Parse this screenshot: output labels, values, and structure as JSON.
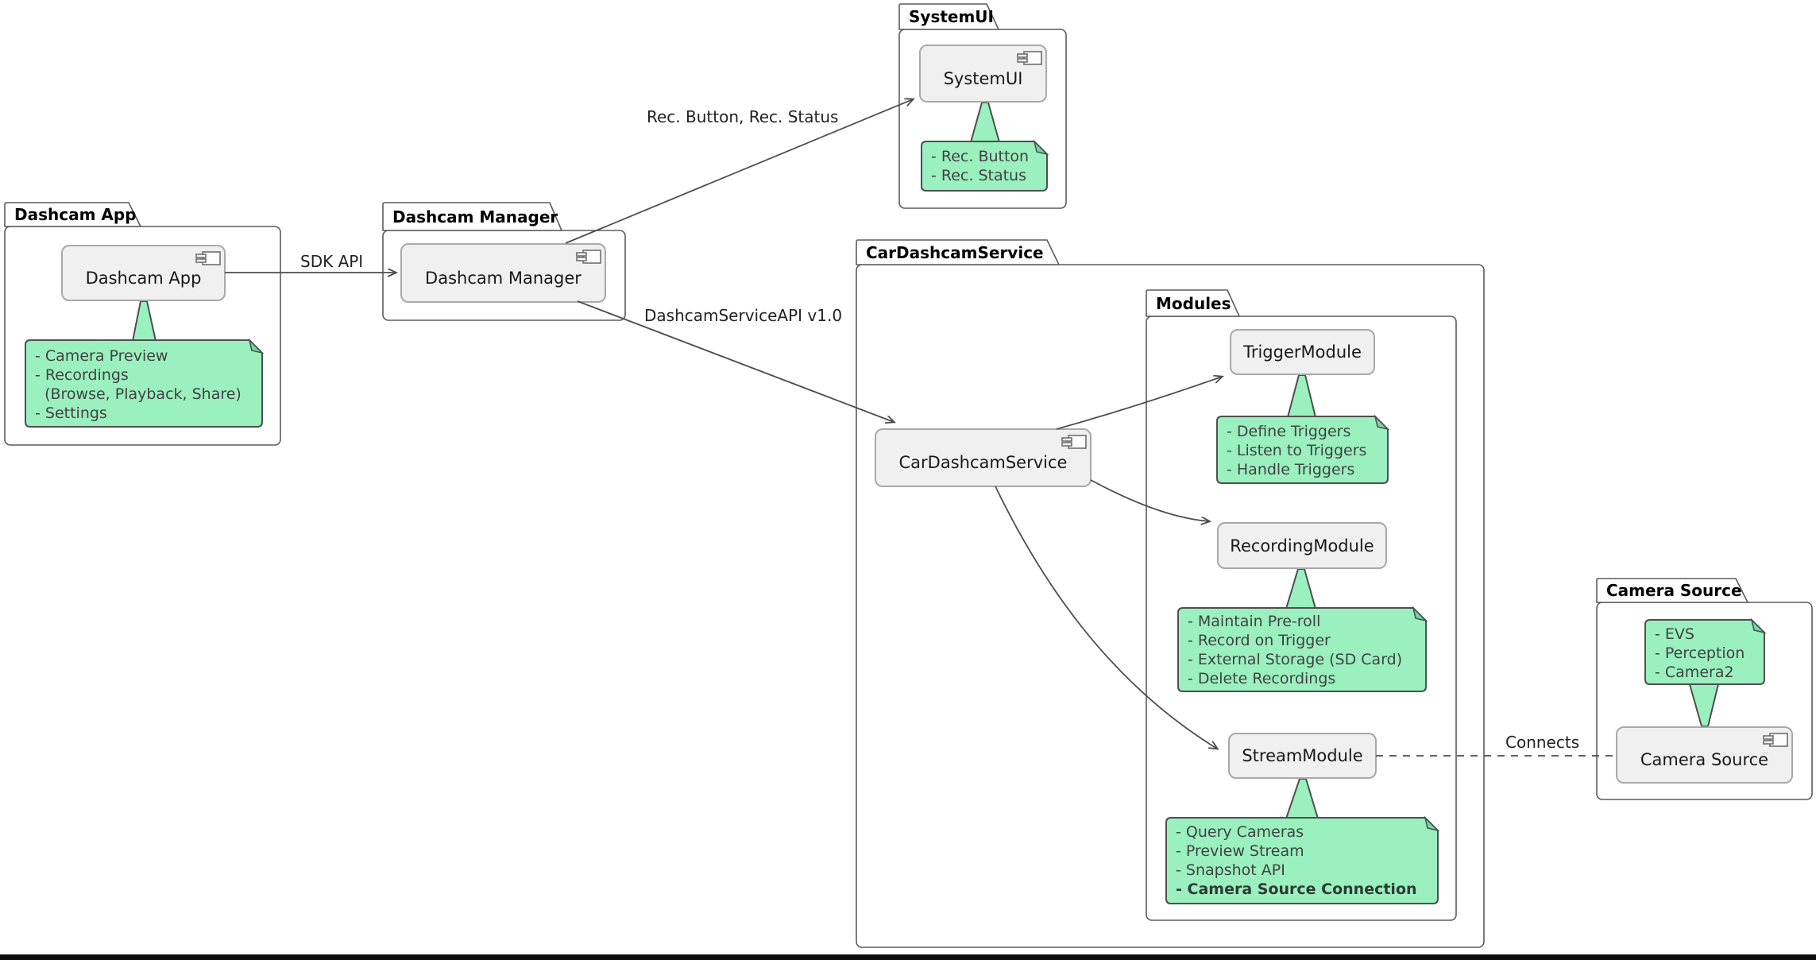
{
  "diagram": {
    "title": "Dashcam architecture component diagram",
    "packages": {
      "dashcam_app": {
        "label": "Dashcam App"
      },
      "dashcam_manager": {
        "label": "Dashcam Manager"
      },
      "systemui": {
        "label": "SystemUI"
      },
      "car_dashcam_service": {
        "label": "CarDashcamService"
      },
      "modules": {
        "label": "Modules"
      },
      "camera_source": {
        "label": "Camera Source"
      }
    },
    "components": {
      "dashcam_app": {
        "label": "Dashcam App"
      },
      "dashcam_manager": {
        "label": "Dashcam Manager"
      },
      "systemui": {
        "label": "SystemUI"
      },
      "car_dashcam_service": {
        "label": "CarDashcamService"
      },
      "trigger_module": {
        "label": "TriggerModule"
      },
      "recording_module": {
        "label": "RecordingModule"
      },
      "stream_module": {
        "label": "StreamModule"
      },
      "camera_source": {
        "label": "Camera Source"
      }
    },
    "notes": {
      "dashcam_app": {
        "lines": [
          {
            "t": "- Camera Preview",
            "b": false
          },
          {
            "t": "- Recordings",
            "b": false
          },
          {
            "t": "  (Browse, Playback, Share)",
            "b": false
          },
          {
            "t": "- Settings",
            "b": false
          }
        ]
      },
      "systemui": {
        "lines": [
          {
            "t": "- Rec. Button",
            "b": false
          },
          {
            "t": "- Rec. Status",
            "b": false
          }
        ]
      },
      "trigger_module": {
        "lines": [
          {
            "t": "- Define Triggers",
            "b": false
          },
          {
            "t": "- Listen to Triggers",
            "b": false
          },
          {
            "t": "- Handle Triggers",
            "b": false
          }
        ]
      },
      "recording_module": {
        "lines": [
          {
            "t": "- Maintain Pre-roll",
            "b": false
          },
          {
            "t": "- Record on Trigger",
            "b": false
          },
          {
            "t": "- External Storage (SD Card)",
            "b": false
          },
          {
            "t": "- Delete Recordings",
            "b": false
          }
        ]
      },
      "stream_module": {
        "lines": [
          {
            "t": "- Query Cameras",
            "b": false
          },
          {
            "t": "- Preview Stream",
            "b": false
          },
          {
            "t": "- Snapshot API",
            "b": false
          },
          {
            "t": "- Camera Source Connection",
            "b": true
          }
        ]
      },
      "camera_source": {
        "lines": [
          {
            "t": "- EVS",
            "b": false
          },
          {
            "t": "- Perception",
            "b": false
          },
          {
            "t": "- Camera2",
            "b": false
          }
        ]
      }
    },
    "edges": {
      "sdk_api": {
        "label": "SDK API"
      },
      "rec_button_status": {
        "label": "Rec. Button, Rec. Status"
      },
      "dashcam_service_api": {
        "label": "DashcamServiceAPI v1.0"
      },
      "connects": {
        "label": "Connects"
      }
    },
    "colors": {
      "note_fill": "#9AF0BE",
      "note_fold": "#72D8A0",
      "note_border": "#4F4F4F",
      "component_fill": "#F0F0F0",
      "component_border": "#A9A9A9",
      "package_border": "#5B5B5B",
      "line": "#4D4D4D",
      "bottom_bar": "#0C0C0C"
    }
  }
}
